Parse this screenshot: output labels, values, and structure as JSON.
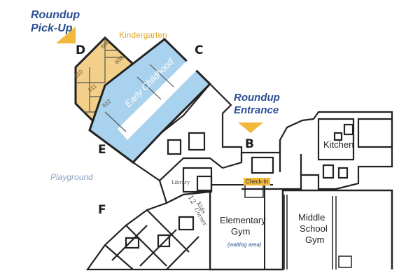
{
  "labels": {
    "roundup_pickup_line1": "Roundup",
    "roundup_pickup_line2": "Pick-Up",
    "kindergarten": "Kindergarten",
    "roundup_entrance_line1": "Roundup",
    "roundup_entrance_line2": "Entrance",
    "early_childhood": "Early Childhood",
    "playground": "Playground",
    "library": "Library",
    "kids_corner_num": "712",
    "kids_corner_line1": "Kids",
    "kids_corner_line2": "Corner",
    "check_in": "Check-In",
    "kitchen": "Kitchen",
    "elementary_gym_line1": "Elementary",
    "elementary_gym_line2": "Gym",
    "waiting_area": "(waiting area)",
    "middle_school_gym_line1": "Middle",
    "middle_school_gym_line2": "School",
    "middle_school_gym_line3": "Gym"
  },
  "doors": {
    "b": "B",
    "c": "C",
    "d": "D",
    "e": "E",
    "f": "F"
  },
  "rooms": {
    "r606": "606",
    "r608": "608",
    "r610": "610",
    "r611": "611",
    "r612": "612"
  },
  "colors": {
    "brand_navy": "#2b4f93",
    "kindergarten_fill": "#f3d08a",
    "accent_yellow": "#f1b83a",
    "early_childhood_fill": "#a9d2ee",
    "wall": "#222222",
    "playground_text": "#8da3c3"
  },
  "icons": {
    "pickup_marker": "yellow-triangle-pointer",
    "entrance_marker": "yellow-triangle-down"
  }
}
